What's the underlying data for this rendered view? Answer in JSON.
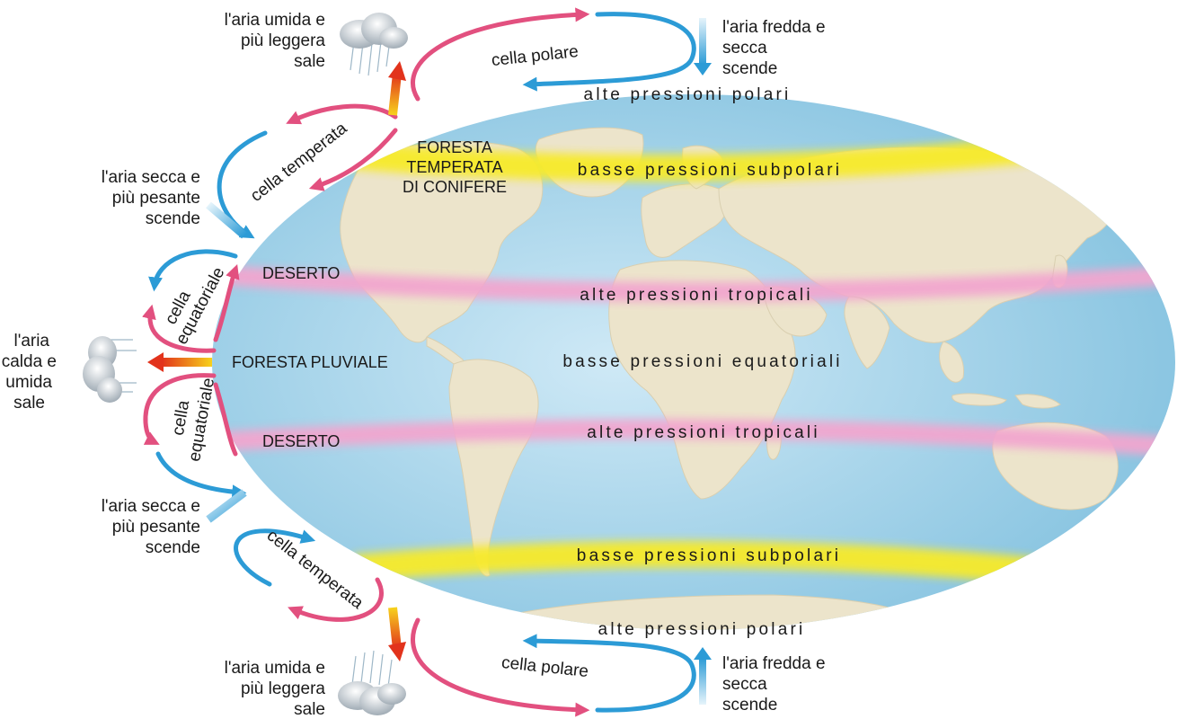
{
  "colors": {
    "ocean": "#8fc8e3",
    "ocean_light": "#c9e6f4",
    "land": "#ece4cb",
    "high_pressure_band": "#f2a6cf",
    "low_pressure_band": "#f7ea2a",
    "warm_arrow": "#e2507f",
    "cold_arrow": "#2c9bd6"
  },
  "bands": {
    "polar_high_north": "alte pressioni polari",
    "subpolar_low_north": "basse pressioni subpolari",
    "tropical_high_north": "alte pressioni tropicali",
    "equatorial_low": "basse pressioni equatoriali",
    "tropical_high_south": "alte pressioni tropicali",
    "subpolar_low_south": "basse pressioni subpolari",
    "polar_high_south": "alte pressioni polari"
  },
  "zones": {
    "forest_line1": "FORESTA",
    "forest_line2": "TEMPERATA",
    "forest_line3": "DI CONIFERE",
    "desert_north": "DESERTO",
    "rainforest": "FORESTA PLUVIALE",
    "desert_south": "DESERTO"
  },
  "cells": {
    "polar_north": "cella polare",
    "temperate_north": "cella temperata",
    "equatorial_north_line1": "cella",
    "equatorial_north_line2": "equatoriale",
    "equatorial_south_line1": "cella",
    "equatorial_south_line2": "equatoriale",
    "temperate_south": "cella temperata",
    "polar_south": "cella polare"
  },
  "labels": {
    "humid_rises_north": [
      "l'aria umida e",
      "più leggera",
      "sale"
    ],
    "cold_dry_sinks_north": [
      "l'aria fredda e",
      "secca",
      "scende"
    ],
    "dry_heavy_sinks_north": [
      "l'aria secca e",
      "più pesante",
      "scende"
    ],
    "warm_humid_rises": [
      "l'aria",
      "calda e",
      "umida",
      "sale"
    ],
    "dry_heavy_sinks_south": [
      "l'aria secca e",
      "più pesante",
      "scende"
    ],
    "humid_rises_south": [
      "l'aria umida e",
      "più leggera",
      "sale"
    ],
    "cold_dry_sinks_south": [
      "l'aria fredda e",
      "secca",
      "scende"
    ]
  },
  "icons": [
    "rain-cloud-icon",
    "arrow-icon"
  ]
}
